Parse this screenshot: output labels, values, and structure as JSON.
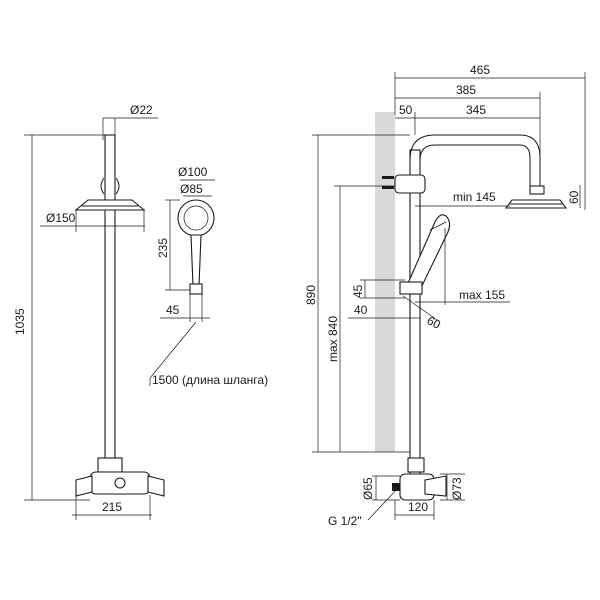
{
  "colors": {
    "line": "#1a1a1a",
    "wall_hatch": "#d9d9d9",
    "background": "#ffffff"
  },
  "front_view": {
    "pipe_diameter": "Ø22",
    "head_diameter": "Ø150",
    "total_height": "1035",
    "mixer_width": "215"
  },
  "hand_shower": {
    "outer_diameter": "Ø100",
    "inner_diameter": "Ø85",
    "length": "235",
    "holder_width": "45",
    "hose_note": "1500 (длина шланга)"
  },
  "side_view": {
    "overall_reach": "465",
    "arm_reach": "385",
    "wall_offset": "50",
    "arm_span": "345",
    "head_height": "60",
    "min_reach": "min 145",
    "height": "890",
    "max_height": "max 840",
    "holder_height": "45",
    "holder_depth": "40",
    "holder_angle": "60",
    "max_reach": "max 155",
    "inlet_diameter": "Ø65",
    "escutcheon_diameter": "Ø73",
    "thread": "G 1/2\"",
    "mixer_depth": "120"
  }
}
